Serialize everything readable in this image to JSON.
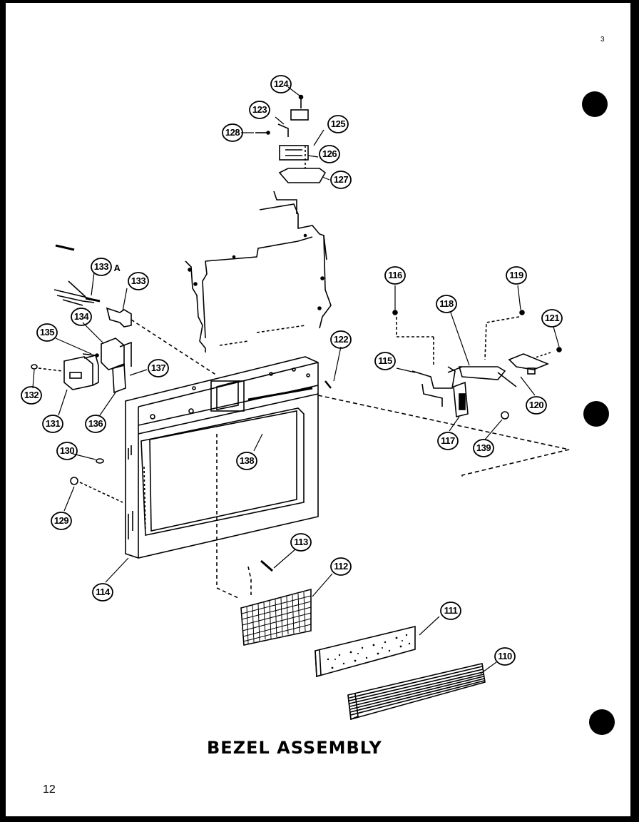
{
  "title": "BEZEL ASSEMBLY",
  "page_number": "12",
  "corner_mark": "3",
  "callouts": [
    {
      "id": "124",
      "label": "124"
    },
    {
      "id": "123",
      "label": "123"
    },
    {
      "id": "125",
      "label": "125"
    },
    {
      "id": "128",
      "label": "128"
    },
    {
      "id": "126",
      "label": "126"
    },
    {
      "id": "127",
      "label": "127"
    },
    {
      "id": "133a",
      "label": "133",
      "suffix": "A"
    },
    {
      "id": "133",
      "label": "133"
    },
    {
      "id": "134",
      "label": "134"
    },
    {
      "id": "135",
      "label": "135"
    },
    {
      "id": "132",
      "label": "132"
    },
    {
      "id": "131",
      "label": "131"
    },
    {
      "id": "136",
      "label": "136"
    },
    {
      "id": "137",
      "label": "137"
    },
    {
      "id": "122",
      "label": "122"
    },
    {
      "id": "116a",
      "label": "116"
    },
    {
      "id": "119",
      "label": "119"
    },
    {
      "id": "118",
      "label": "118"
    },
    {
      "id": "121",
      "label": "121"
    },
    {
      "id": "115",
      "label": "115"
    },
    {
      "id": "120",
      "label": "120"
    },
    {
      "id": "117",
      "label": "117"
    },
    {
      "id": "139",
      "label": "139"
    },
    {
      "id": "138",
      "label": "138"
    },
    {
      "id": "130",
      "label": "130"
    },
    {
      "id": "129",
      "label": "129"
    },
    {
      "id": "114",
      "label": "114"
    },
    {
      "id": "113",
      "label": "113"
    },
    {
      "id": "112",
      "label": "112"
    },
    {
      "id": "111",
      "label": "111"
    },
    {
      "id": "110",
      "label": "110"
    }
  ]
}
